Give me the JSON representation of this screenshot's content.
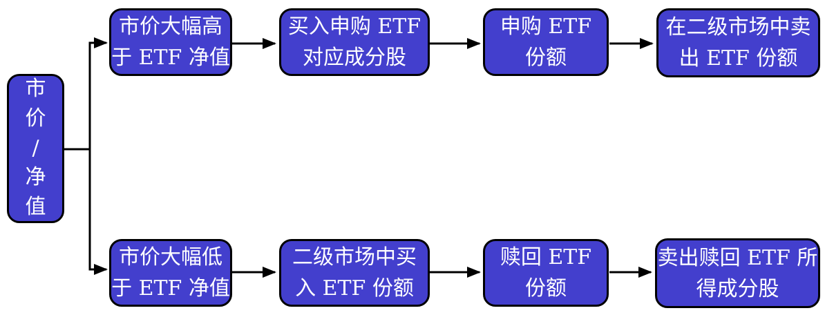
{
  "diagram": {
    "background": "#ffffff",
    "colors": {
      "node_fill": "#433fcd",
      "node_border": "#000000",
      "node_text": "#ffffff",
      "connector": "#000000"
    },
    "nodes": {
      "root": "市\n价\n/\n净\n值",
      "top": [
        "市价大幅高\n于 ETF 净值",
        "买入申购 ETF\n对应成分股",
        "申购 ETF\n份额",
        "在二级市场中卖\n出 ETF 份额"
      ],
      "bottom": [
        "市价大幅低\n于 ETF 净值",
        "二级市场中买\n入 ETF 份额",
        "赎回 ETF\n份额",
        "卖出赎回 ETF 所\n得成分股"
      ]
    }
  }
}
